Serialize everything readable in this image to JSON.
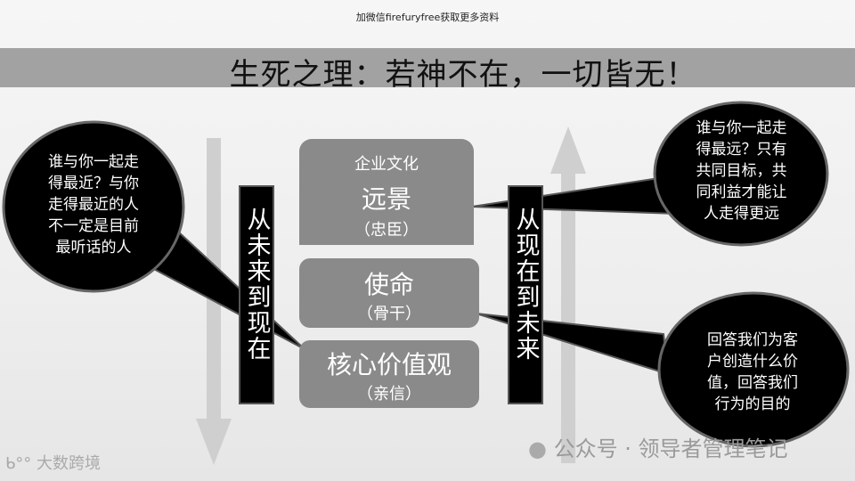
{
  "watermark_top": "加微信firefuryfree获取更多资料",
  "title": "生死之理：若神不在，一切皆无！",
  "left_bar": "从未来到现在",
  "right_bar": "从现在到未来",
  "boxes": [
    {
      "header": "企业文化",
      "main": "远景",
      "sub": "（忠臣）"
    },
    {
      "main": "使命",
      "sub": "（骨干）"
    },
    {
      "main": "核心价值观",
      "sub": "（亲信）"
    }
  ],
  "bubbles": {
    "left": [
      "谁与你一起走",
      "得最近？与你",
      "走得最近的人",
      "不一定是目前",
      "最听话的人"
    ],
    "right_top": [
      "谁与你一起走",
      "得最远？只有",
      "共同目标，共",
      "同利益才能让",
      "人走得更远"
    ],
    "right_bottom": [
      "回答我们为客",
      "户创造什么价",
      "值，回答我们",
      "行为的目的"
    ]
  },
  "watermark_bottom": "公众号 · 领导者管理笔记",
  "watermark_left": "大数跨境",
  "colors": {
    "band": "#a2a2a2",
    "box": "#8a8a8a",
    "bubble": "#000000",
    "arrow": "#cfcfcf"
  }
}
